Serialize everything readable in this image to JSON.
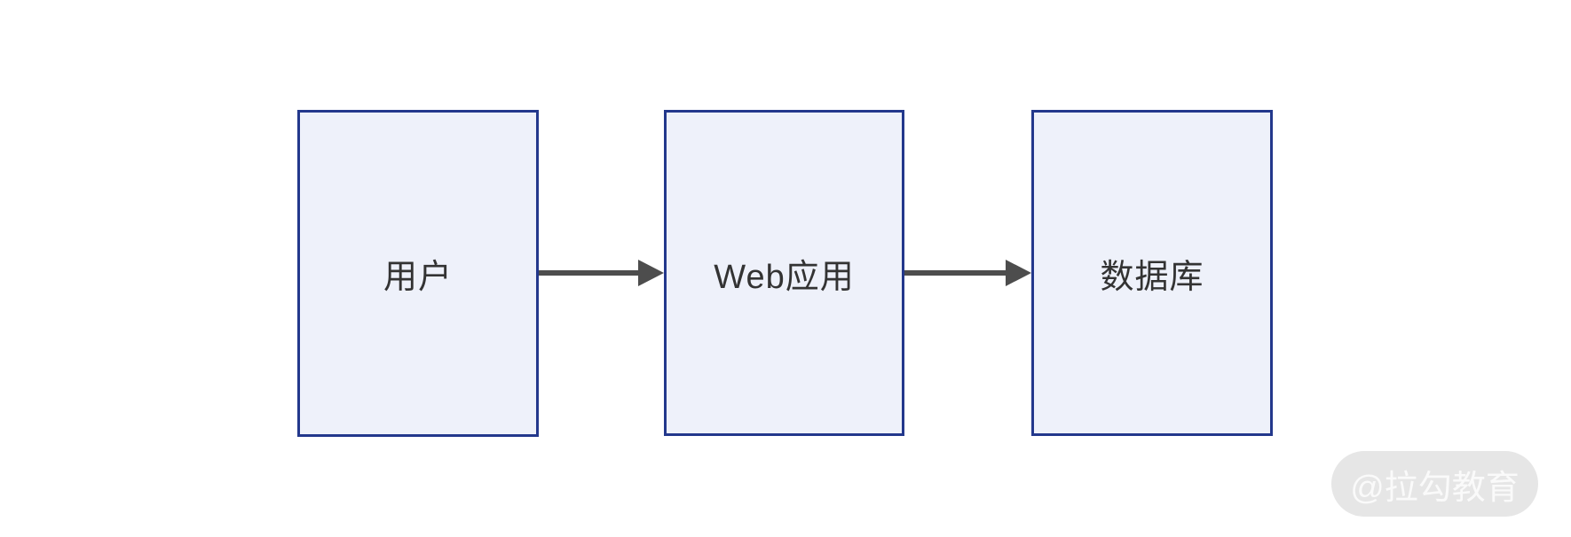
{
  "diagram": {
    "title": "web-app-architecture-flow",
    "nodes": [
      {
        "id": "user",
        "label": "用户"
      },
      {
        "id": "web-app",
        "label": "Web应用"
      },
      {
        "id": "database",
        "label": "数据库"
      }
    ],
    "edges": [
      {
        "from": "user",
        "to": "web-app",
        "direction": "right"
      },
      {
        "from": "web-app",
        "to": "database",
        "direction": "right"
      }
    ],
    "colors": {
      "canvas_bg": "#ffffff",
      "node_fill": "#eef1fa",
      "node_border": "#23388c",
      "node_text": "#333333",
      "arrow": "#4d4d4d",
      "watermark_bg": "#e6e6e6",
      "watermark_text": "#fafafa"
    }
  },
  "watermark": {
    "text": "@拉勾教育"
  }
}
